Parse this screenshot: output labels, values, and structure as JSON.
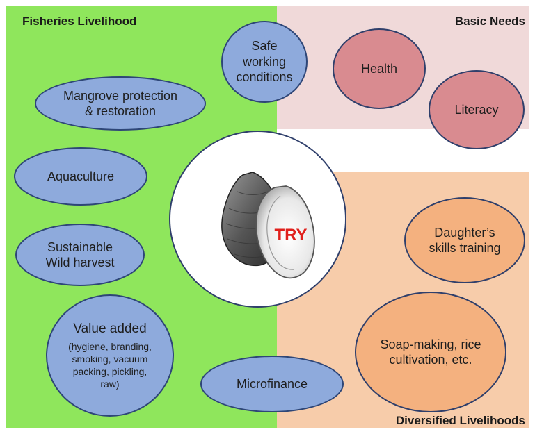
{
  "sections": {
    "fisheries_title": "Fisheries Livelihood",
    "basic_needs_title": "Basic Needs",
    "diversified_title": "Diversified Livelihoods"
  },
  "colors": {
    "fisheries_bg": "#8fe65c",
    "basic_needs_bg": "#f0d9d9",
    "diversified_bg": "#f7ccaa",
    "blue_oval": "#8eaadc",
    "red_oval": "#d98b90",
    "orange_oval": "#f4b17f",
    "center_logo_text": "#e0201c"
  },
  "center": {
    "logo_text": "TRY",
    "image": "oyster-icon"
  },
  "fisheries": {
    "safe": "Safe\nworking\nconditions",
    "mangrove": "Mangrove protection\n& restoration",
    "aquaculture": "Aquaculture",
    "sustainable": "Sustainable\nWild harvest",
    "value_main": "Value added",
    "value_sub": "(hygiene, branding,\nsmoking, vacuum\npacking, pickling,\nraw)",
    "microfinance": "Microfinance"
  },
  "basic_needs": {
    "health": "Health",
    "literacy": "Literacy"
  },
  "diversified": {
    "daughter": "Daughter’s\nskills training",
    "soap": "Soap-making, rice\ncultivation, etc."
  }
}
